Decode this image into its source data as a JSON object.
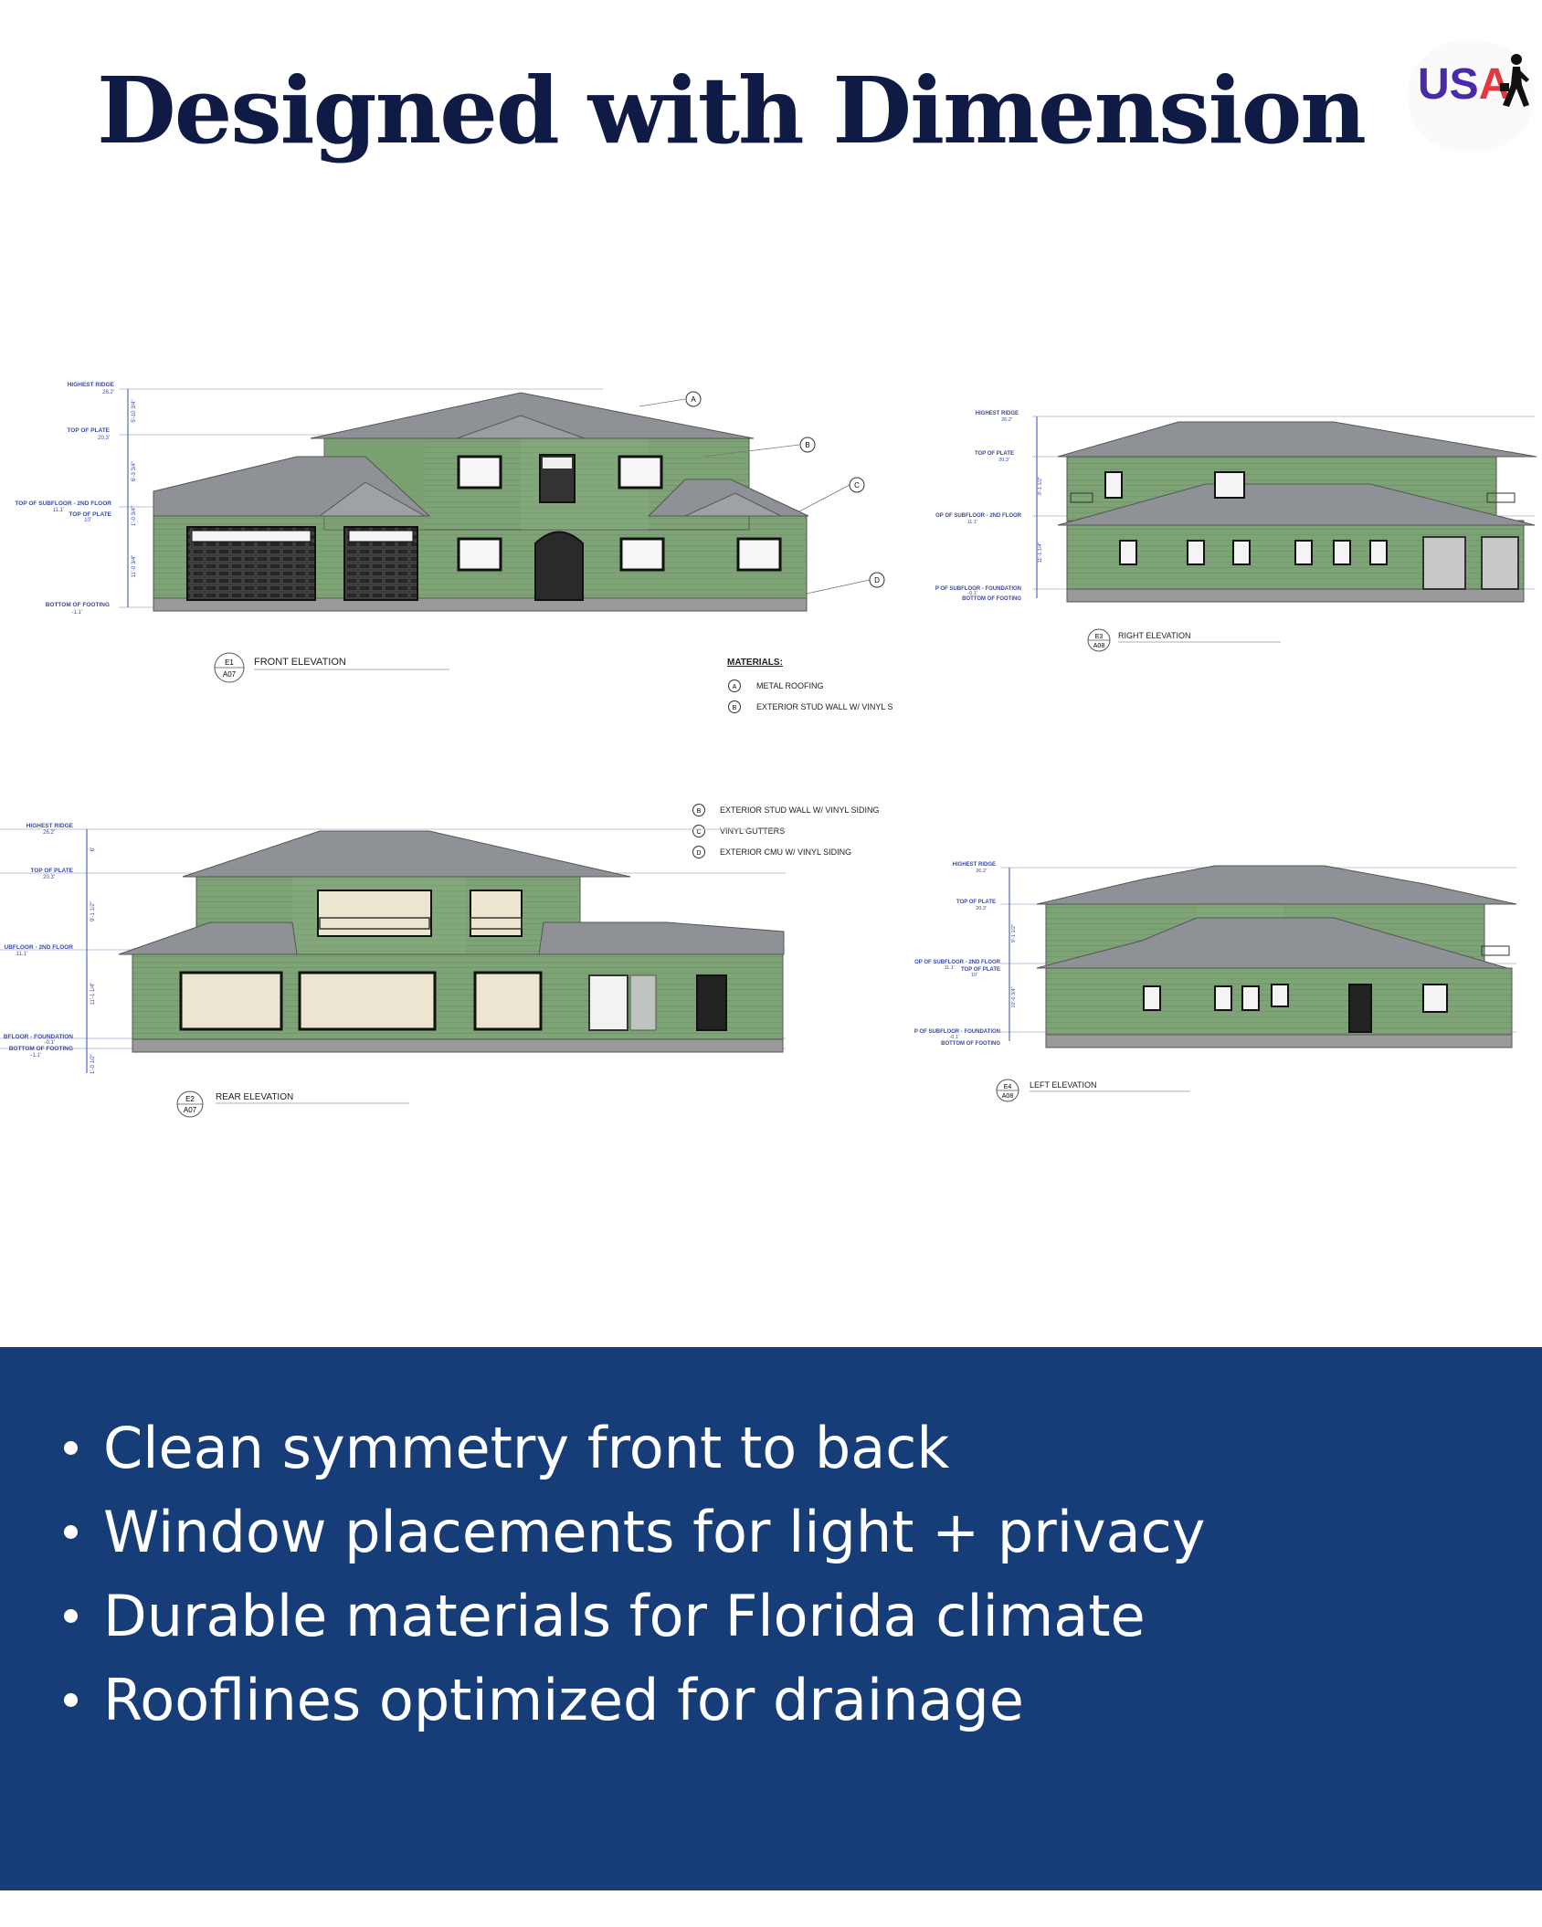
{
  "header": {
    "title": "Designed with Dimension",
    "logo": {
      "text_part1": "US",
      "text_part2": "A",
      "icon": "person-running-icon",
      "colors": {
        "purple": "#4b2aa8",
        "red": "#e03a3e"
      }
    }
  },
  "drawings": {
    "front": {
      "label": "FRONT ELEVATION",
      "tag_top": "E1",
      "tag_bottom": "A07",
      "levels": [
        {
          "name": "HIGHEST RIDGE",
          "value": "26.2'"
        },
        {
          "name": "TOP OF PLATE",
          "value": "20.3'"
        },
        {
          "name": "TOP OF SUBFLOOR - 2ND FLOOR",
          "value": "11.1'"
        },
        {
          "name": "TOP OF PLATE",
          "value": "10'"
        },
        {
          "name": "BOTTOM OF FOOTING",
          "value": "-1.1'"
        }
      ],
      "dims": [
        "5'-10 3/4\"",
        "6'-3 3/4\"",
        "1'-0 3/4\"",
        "11'-0 3/4\""
      ],
      "callouts": [
        "A",
        "B",
        "C",
        "D"
      ]
    },
    "materials": {
      "title": "MATERIALS:",
      "items": [
        {
          "key": "A",
          "text": "METAL ROOFING"
        },
        {
          "key": "B",
          "text": "EXTERIOR STUD WALL W/ VINYL S"
        }
      ]
    },
    "materials_cont": {
      "items": [
        {
          "key": "B",
          "text": "EXTERIOR STUD WALL W/ VINYL SIDING"
        },
        {
          "key": "C",
          "text": "VINYL GUTTERS"
        },
        {
          "key": "D",
          "text": "EXTERIOR CMU W/ VINYL SIDING"
        }
      ]
    },
    "right": {
      "label": "RIGHT ELEVATION",
      "tag_top": "E3",
      "tag_bottom": "A08",
      "levels": [
        {
          "name": "HIGHEST RIDGE",
          "value": "26.2'"
        },
        {
          "name": "TOP OF PLATE",
          "value": "20.3'"
        },
        {
          "name": "OP OF SUBFLOOR - 2ND FLOOR",
          "value": "11.1'"
        },
        {
          "name": "P OF SUBFLOOR - FOUNDATION",
          "value": "-0.1'"
        },
        {
          "name": "BOTTOM OF FOOTING",
          "value": ""
        }
      ],
      "dims": [
        "9'-1 1/2\"",
        "11'-1 1/4\""
      ]
    },
    "rear": {
      "label": "REAR ELEVATION",
      "tag_top": "E2",
      "tag_bottom": "A07",
      "levels": [
        {
          "name": "HIGHEST RIDGE",
          "value": "26.2'"
        },
        {
          "name": "TOP OF PLATE",
          "value": "20.3'"
        },
        {
          "name": "UBFLOOR - 2ND FLOOR",
          "value": "11.1'"
        },
        {
          "name": "BFLOOR - FOUNDATION",
          "value": "-0.1'"
        },
        {
          "name": "BOTTOM OF FOOTING",
          "value": "-1.1'"
        }
      ],
      "dims": [
        "6'",
        "9'-1 1/2\"",
        "11'-1 1/4\"",
        "1'-0 1/2\""
      ]
    },
    "left": {
      "label": "LEFT ELEVATION",
      "tag_top": "E4",
      "tag_bottom": "A08",
      "levels": [
        {
          "name": "HIGHEST RIDGE",
          "value": "26.2'"
        },
        {
          "name": "TOP OF PLATE",
          "value": "20.3'"
        },
        {
          "name": "OP OF SUBFLOOR - 2ND FLOOR",
          "value": "11.1'"
        },
        {
          "name": "TOP OF PLATE",
          "value": "10'"
        },
        {
          "name": "P OF SUBFLOOR - FOUNDATION",
          "value": "-0.1'"
        },
        {
          "name": "BOTTOM OF FOOTING",
          "value": ""
        }
      ],
      "dims": [
        "9'-1 1/2\"",
        "10'-0 3/4\""
      ]
    },
    "colors": {
      "wall": "#7ea377",
      "roof": "#8e9297",
      "trim": "#eeeeee",
      "window": "#222222",
      "dim": "#3a4aa0"
    }
  },
  "features": {
    "items": [
      "Clean symmetry front to back",
      "Window placements for light + privacy",
      "Durable materials for Florida climate",
      "Rooflines optimized for drainage"
    ]
  }
}
